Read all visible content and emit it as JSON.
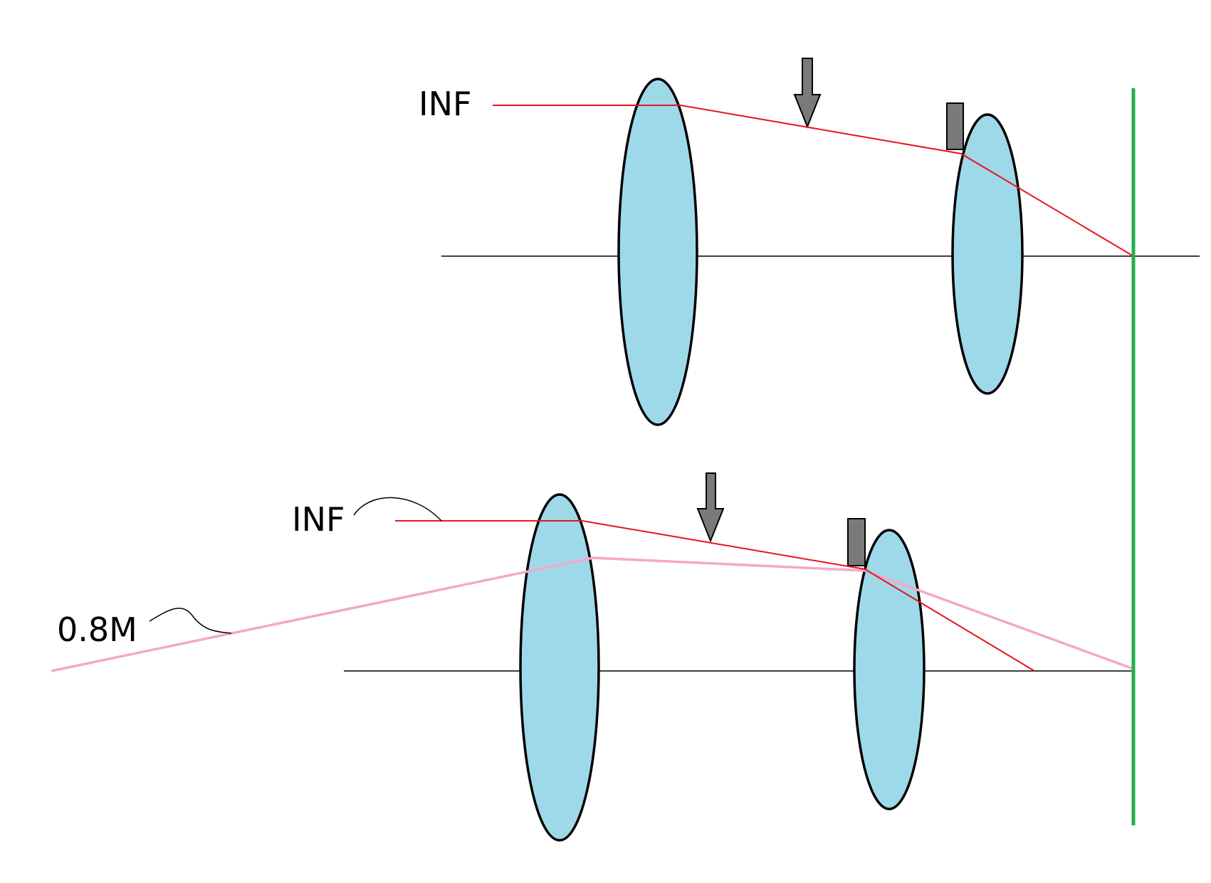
{
  "labels": {
    "top_inf": "INF",
    "bottom_inf": "INF",
    "near": "0.8M"
  },
  "colors": {
    "lens_fill": "#9ed9ea",
    "lens_stroke": "#000000",
    "ray_infinity": "#e8141e",
    "ray_near": "#f5a8c6",
    "sensor": "#22b14c",
    "axis": "#000000",
    "marker": "#7a7a7a"
  }
}
